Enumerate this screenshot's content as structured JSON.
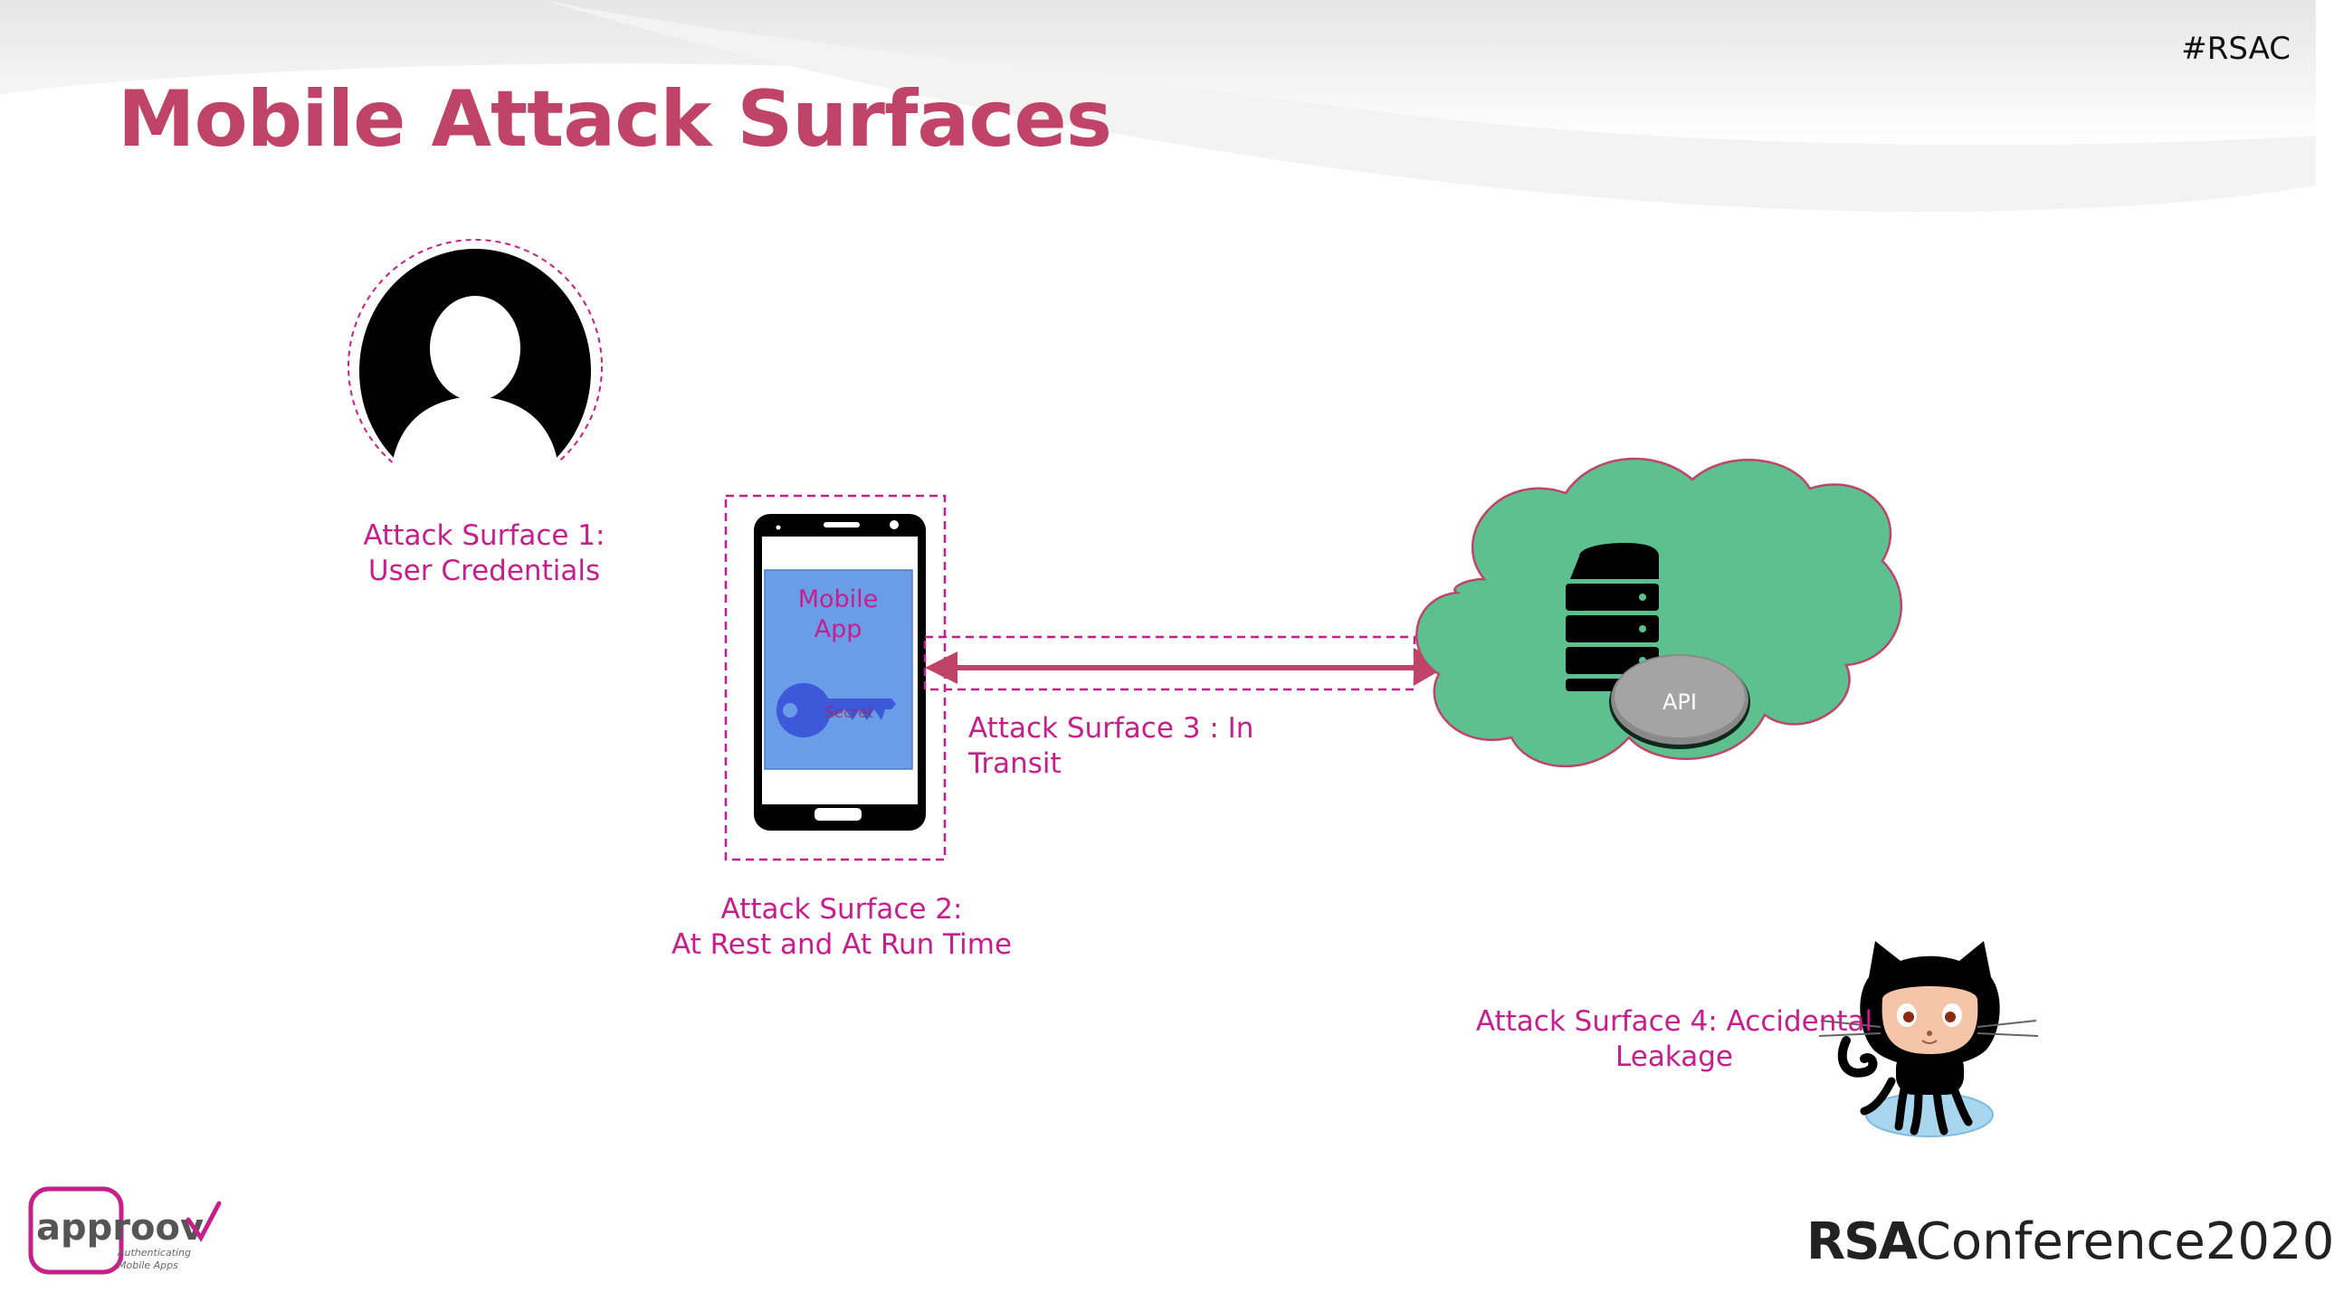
{
  "slide": {
    "title": "Mobile Attack Surfaces",
    "hashtag": "#RSAC"
  },
  "surfaces": {
    "s1_line1": "Attack Surface 1:",
    "s1_line2": "User Credentials",
    "s2_line1": "Attack Surface 2:",
    "s2_line2": "At Rest and At Run Time",
    "s3": "Attack Surface 3 : In Transit",
    "s4_line1": "Attack Surface 4: Accidental",
    "s4_line2": "Leakage"
  },
  "phone": {
    "app_line1": "Mobile",
    "app_line2": "App",
    "key_label": "Secret"
  },
  "cloud": {
    "api_label": "API"
  },
  "footer": {
    "approov_logo_text": "approov",
    "approov_tagline_1": "Authenticating",
    "approov_tagline_2": "Mobile Apps",
    "rsa_brand": "RSA",
    "rsa_conference": "Conference2020"
  },
  "colors": {
    "title": "#c0446a",
    "label": "#c81e8c",
    "arrow": "#c0446a",
    "cloud_fill": "#5cc18e",
    "cloud_stroke": "#c0446a",
    "app_screen": "#6a9de8"
  },
  "icons": {
    "user": "user-silhouette-icon",
    "phone": "smartphone-icon",
    "key": "key-icon",
    "server": "server-icon",
    "github": "octocat-icon"
  }
}
